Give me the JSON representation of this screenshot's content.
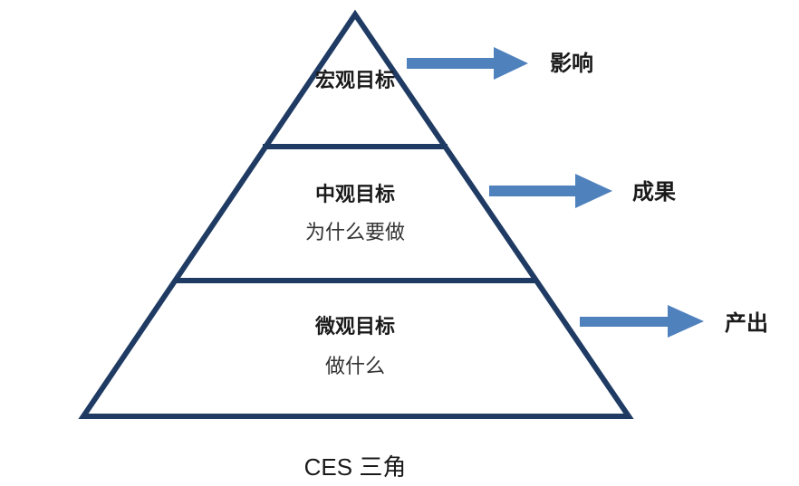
{
  "diagram": {
    "tiers": [
      {
        "id": "macro",
        "title": "宏观目标",
        "subtitle": ""
      },
      {
        "id": "meso",
        "title": "中观目标",
        "subtitle": "为什么要做"
      },
      {
        "id": "micro",
        "title": "微观目标",
        "subtitle": "做什么"
      }
    ],
    "outcomes": [
      {
        "id": "macro",
        "label": "影响"
      },
      {
        "id": "meso",
        "label": "成果"
      },
      {
        "id": "micro",
        "label": "产出"
      }
    ],
    "caption": "CES 三角",
    "colors": {
      "outline": "#1f3b63",
      "arrow": "#4f81bd",
      "fill": "#ffffff",
      "text": "#1a1a1a"
    }
  }
}
